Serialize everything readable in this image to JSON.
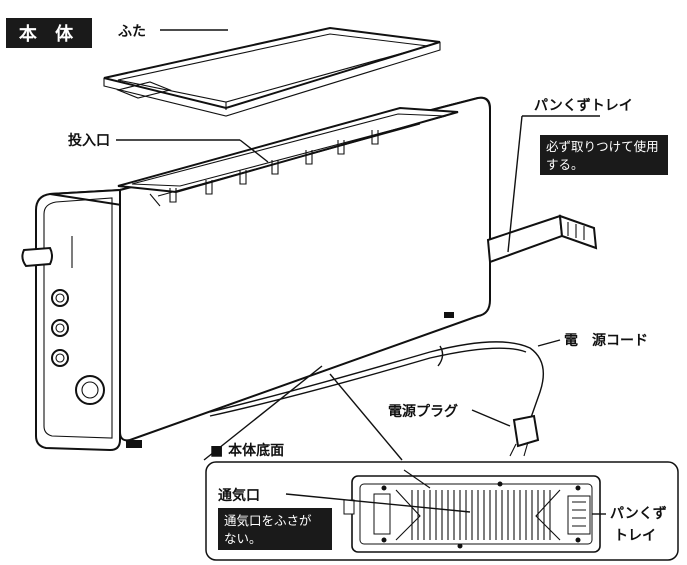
{
  "header": {
    "title": "本 体",
    "bg_color": "#1a1a1a"
  },
  "labels": {
    "lid": "ふた",
    "slot": "投入口",
    "crumb_tray": "パンくずトレイ",
    "crumb_tray_note_1": "必ず取りつけて使用",
    "crumb_tray_note_2": "する。",
    "power_cord": "電　源コード",
    "plug": "電源プラグ"
  },
  "bottom_view": {
    "title": "■ 本体底面",
    "vent": "通気口",
    "vent_note_1": "通気口をふさが",
    "vent_note_2": "ない。",
    "tray_1": "パンくず",
    "tray_2": "トレイ"
  }
}
